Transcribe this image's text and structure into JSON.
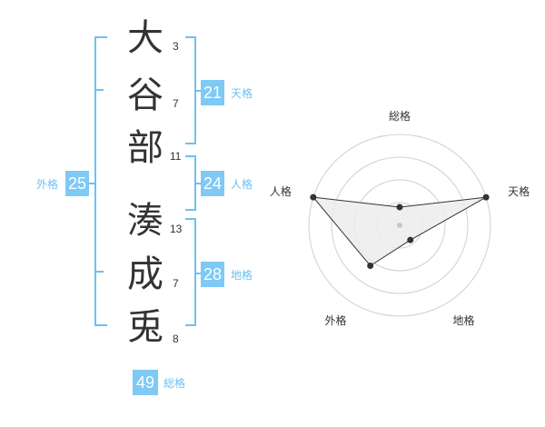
{
  "surname": [
    {
      "char": "大",
      "strokes": "3"
    },
    {
      "char": "谷",
      "strokes": "7"
    },
    {
      "char": "部",
      "strokes": "11"
    }
  ],
  "given": [
    {
      "char": "湊",
      "strokes": "13"
    },
    {
      "char": "成",
      "strokes": "7"
    },
    {
      "char": "兎",
      "strokes": "8"
    }
  ],
  "scores": {
    "tenkaku": {
      "value": "21",
      "label": "天格"
    },
    "jinkaku": {
      "value": "24",
      "label": "人格"
    },
    "chikaku": {
      "value": "28",
      "label": "地格"
    },
    "gaikaku": {
      "value": "25",
      "label": "外格"
    },
    "soukaku": {
      "value": "49",
      "label": "総格"
    }
  },
  "radar": {
    "axes": [
      "総格",
      "天格",
      "地格",
      "外格",
      "人格"
    ],
    "levels": 4,
    "values": [
      0.2,
      1.0,
      0.2,
      0.55,
      1.0
    ],
    "colors": {
      "line": "#333333",
      "fill": "#ececec",
      "grid": "#d0d0d0",
      "point": "#333333",
      "center": "#c8c8c8"
    }
  },
  "colors": {
    "accent": "#6ec1f0",
    "box": "#7fc9f5"
  }
}
